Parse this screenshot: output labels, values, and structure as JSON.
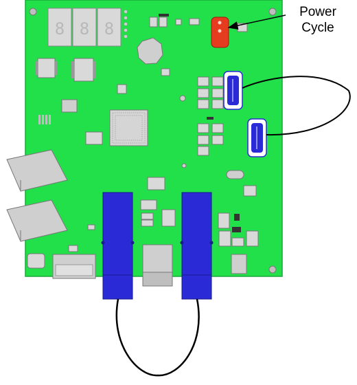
{
  "diagram": {
    "callout": {
      "line1": "Power",
      "line2": "Cycle"
    },
    "seven_segment_display_count": 3,
    "colors": {
      "board": "#21e04a",
      "board_outline": "#1aa83a",
      "component": "#d9d9d9",
      "component_outline": "#888888",
      "connector_blue": "#2a2ad6",
      "power_button": "#e53b1f",
      "cable": "#000000"
    }
  }
}
